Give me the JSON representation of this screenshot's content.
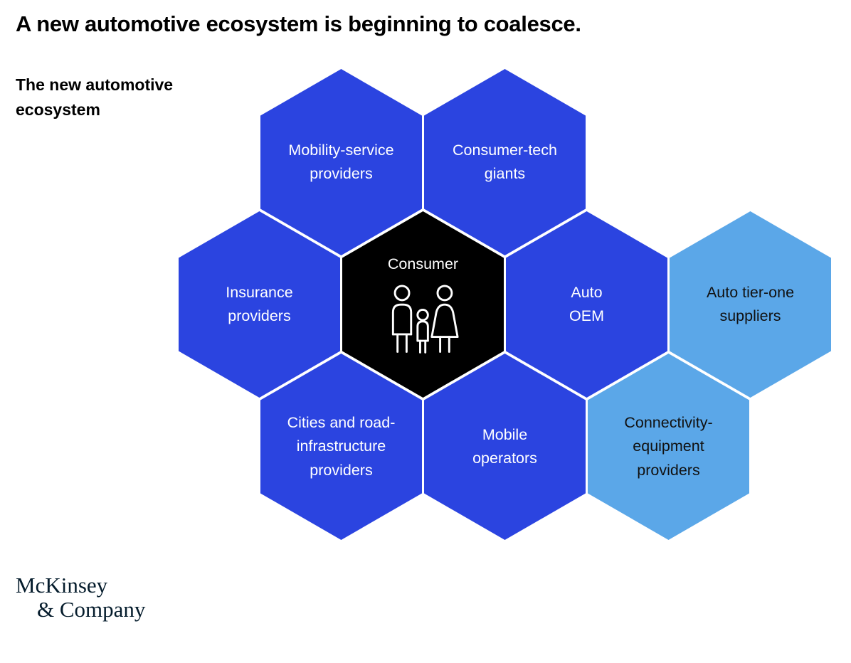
{
  "title": "A new automotive ecosystem is beginning to coalesce.",
  "subtitle": "The new automotive\necosystem",
  "colors": {
    "hex_blue": "#2B44E0",
    "hex_light_blue": "#5BA7E8",
    "hex_black": "#000000",
    "text_on_blue": "#FFFFFF",
    "text_on_light_blue": "#111111",
    "title_text": "#000000",
    "logo_text": "#051C2C",
    "background": "#FFFFFF",
    "icon_stroke": "#FFFFFF"
  },
  "icons": {
    "consumer": "family-icon"
  },
  "hexagons": [
    {
      "id": "mobility-service-providers",
      "label": "Mobility-service\nproviders",
      "color": "blue"
    },
    {
      "id": "consumer-tech-giants",
      "label": "Consumer-tech\ngiants",
      "color": "blue"
    },
    {
      "id": "insurance-providers",
      "label": "Insurance\nproviders",
      "color": "blue"
    },
    {
      "id": "consumer",
      "label": "Consumer",
      "color": "black",
      "icon": "family-icon"
    },
    {
      "id": "auto-oem",
      "label": "Auto\nOEM",
      "color": "blue"
    },
    {
      "id": "auto-tier-one-suppliers",
      "label": "Auto tier-one\nsuppliers",
      "color": "light-blue"
    },
    {
      "id": "cities-and-road-infrastructure-providers",
      "label": "Cities and road-\ninfrastructure\nproviders",
      "color": "blue"
    },
    {
      "id": "mobile-operators",
      "label": "Mobile\noperators",
      "color": "blue"
    },
    {
      "id": "connectivity-equipment-providers",
      "label": "Connectivity-\nequipment\nproviders",
      "color": "light-blue"
    }
  ],
  "logo": {
    "line1": "McKinsey",
    "line2": "& Company"
  }
}
